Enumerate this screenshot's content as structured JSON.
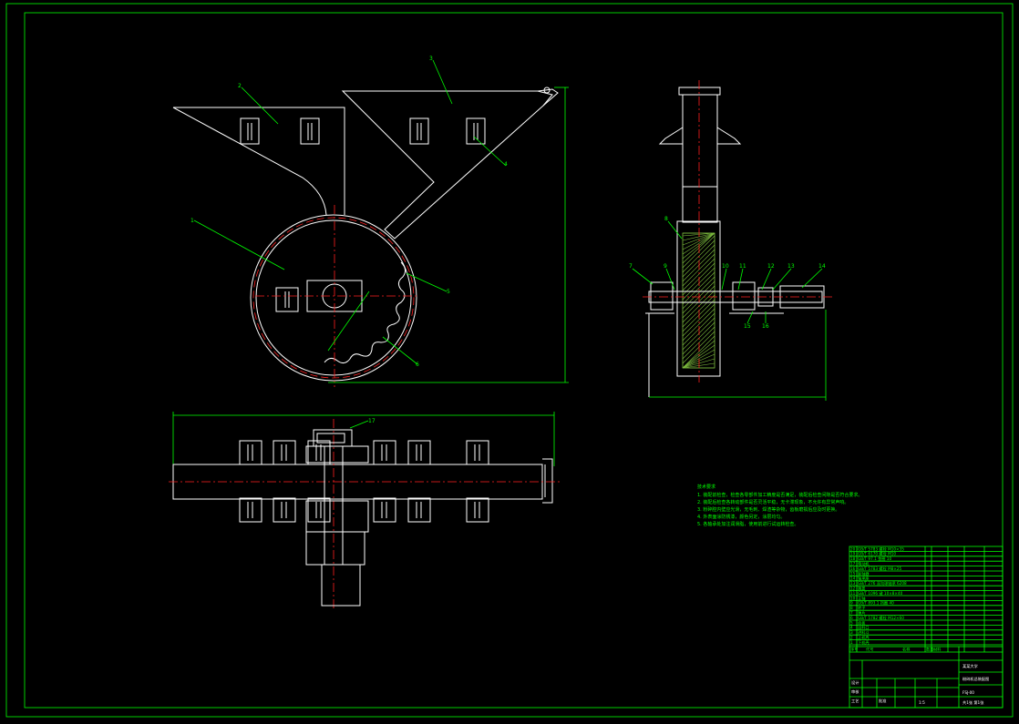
{
  "drawing": {
    "frame_color": "#00ff00",
    "line_color": "#ffffff",
    "center_line_color": "#ff2020",
    "background": "#000000"
  },
  "callouts": {
    "front_view": [
      "2",
      "3",
      "1",
      "4",
      "5",
      "6"
    ],
    "side_view": [
      "8",
      "7",
      "9",
      "10",
      "11",
      "12",
      "13",
      "14",
      "15",
      "16"
    ],
    "top_view": [
      "17"
    ]
  },
  "technical_notes": {
    "heading": "技术要求",
    "items": [
      "1. 装配前检查，检查各零部件加工精度是否满足，装配后检查间隙是否符合要求。",
      "2. 装配后检查各转动部件是否灵活平稳，无卡滞现象，不允许有异常声响。",
      "3. 粉碎腔内壁应光滑，无毛刺、焊渣等杂物，齿板磨损后应及时更换。",
      "4. 外表面涂防锈漆，颜色另定，涂层均匀。",
      "5. 各轴承处加注润滑脂，使用前进行试运转检查。"
    ]
  },
  "bom": {
    "rows": [
      {
        "no": "20",
        "desc": "GB/T 5783  螺栓 M10×35"
      },
      {
        "no": "19",
        "desc": "GB/T 6170  螺母 M10"
      },
      {
        "no": "18",
        "desc": "GB/T 97.1  垫圈 10"
      },
      {
        "no": "17",
        "desc": "电动机"
      },
      {
        "no": "16",
        "desc": "GB/T 5783  螺栓 M8×25"
      },
      {
        "no": "15",
        "desc": "联轴器"
      },
      {
        "no": "14",
        "desc": "轴承座"
      },
      {
        "no": "13",
        "desc": "GB/T 276  深沟球轴承 6208"
      },
      {
        "no": "12",
        "desc": "端盖"
      },
      {
        "no": "11",
        "desc": "GB/T 1096  键 10×8×40"
      },
      {
        "no": "10",
        "desc": "主轴"
      },
      {
        "no": "9",
        "desc": "GB/T 893.1  挡圈 40"
      },
      {
        "no": "8",
        "desc": "转子"
      },
      {
        "no": "7",
        "desc": "锤片"
      },
      {
        "no": "6",
        "desc": "GB/T 5782  螺栓 M12×60"
      },
      {
        "no": "5",
        "desc": "齿板"
      },
      {
        "no": "4",
        "desc": "出料口"
      },
      {
        "no": "3",
        "desc": "进料斗"
      },
      {
        "no": "2",
        "desc": "上机壳"
      },
      {
        "no": "1",
        "desc": "下机壳"
      }
    ],
    "header": {
      "no": "序号",
      "code": "代号",
      "name": "名称",
      "qty": "数量",
      "material": "材料"
    }
  },
  "title_block": {
    "title": "粉碎机总装配图",
    "school": "某某大学",
    "drawing_no": "FSJ-00",
    "scale": "1:5",
    "sheet": "共1张 第1张",
    "roles": {
      "design": "设计",
      "check": "审核",
      "approve": "批准",
      "process": "工艺"
    }
  }
}
